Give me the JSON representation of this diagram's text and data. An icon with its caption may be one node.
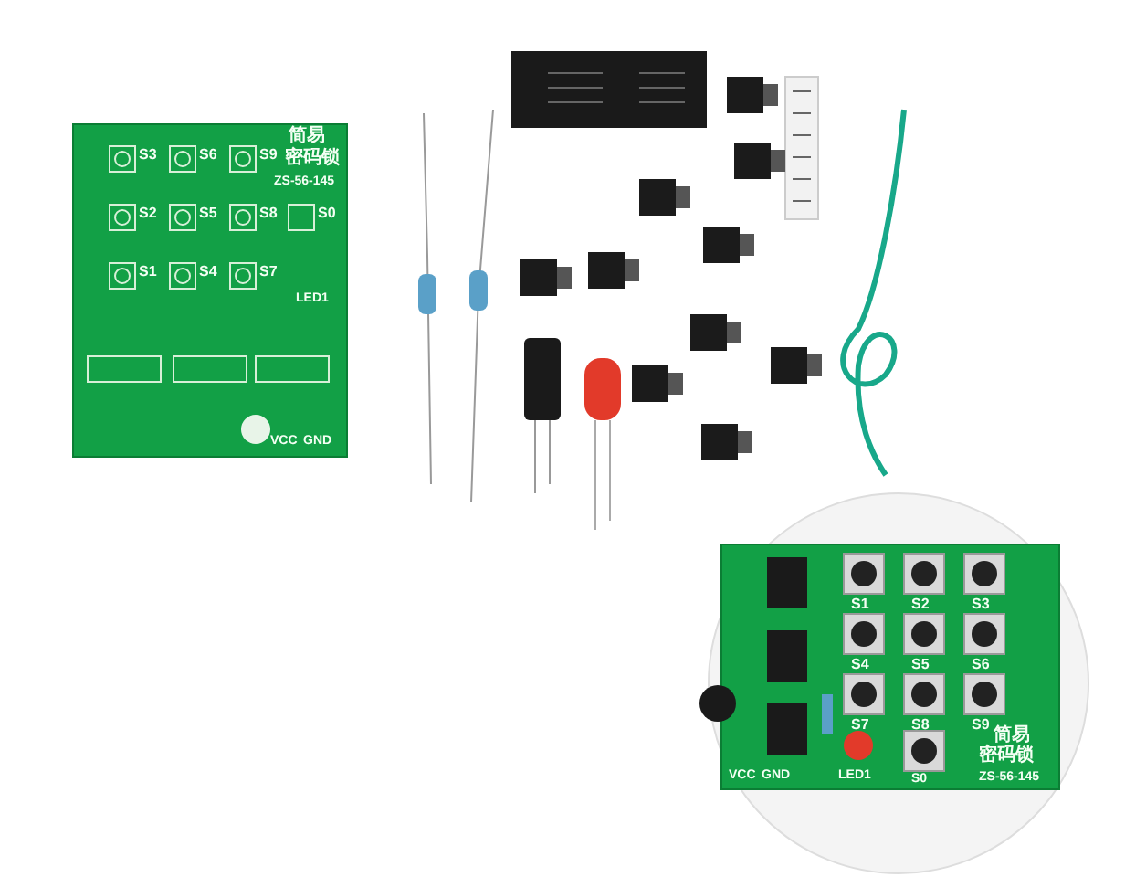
{
  "diagram": {
    "labels": [
      "S3",
      "S6",
      "S9",
      "简易",
      "密码锁",
      "ZS-56-145",
      "S2",
      "S5",
      "S8",
      "S0",
      "S1",
      "S4",
      "S7",
      "LED1",
      "VCC",
      "GND",
      "S1",
      "S2",
      "S3",
      "S4",
      "S5",
      "S6",
      "S7",
      "S8",
      "S9",
      "简易",
      "密码锁",
      "VCC",
      "GND",
      "LED1",
      "S0",
      "ZS-56-145"
    ]
  }
}
